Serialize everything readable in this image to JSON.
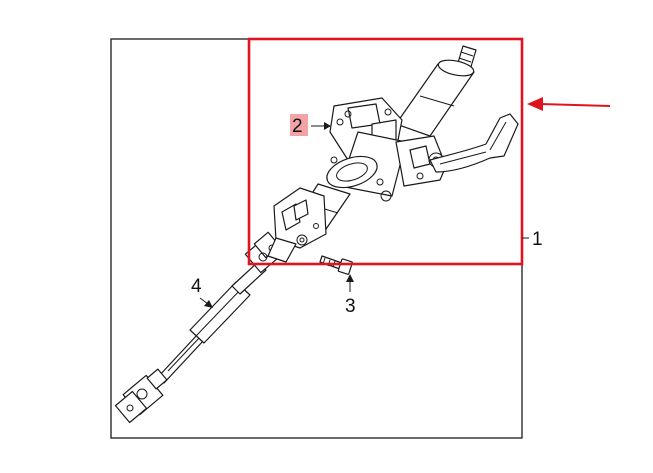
{
  "diagram": {
    "callouts": [
      {
        "id": "1",
        "label": "1"
      },
      {
        "id": "2",
        "label": "2"
      },
      {
        "id": "3",
        "label": "3"
      },
      {
        "id": "4",
        "label": "4"
      }
    ],
    "colors": {
      "frame": "#1a1a1a",
      "highlight_box": "#e0141e",
      "arrow": "#e0141e",
      "label_highlight": "#f3a3a6",
      "callout_text": "#111111"
    },
    "parts": {
      "outer_frame": "parts-diagram-frame",
      "highlight_box": "steering-column-assembly-highlight",
      "pointer_arrow": "red-pointer-arrow",
      "steering_column": "steering-column-assembly",
      "tilt_lever": "tilt-lock-lever",
      "bolt": "mounting-bolt",
      "intermediate_shaft": "intermediate-shaft"
    }
  }
}
